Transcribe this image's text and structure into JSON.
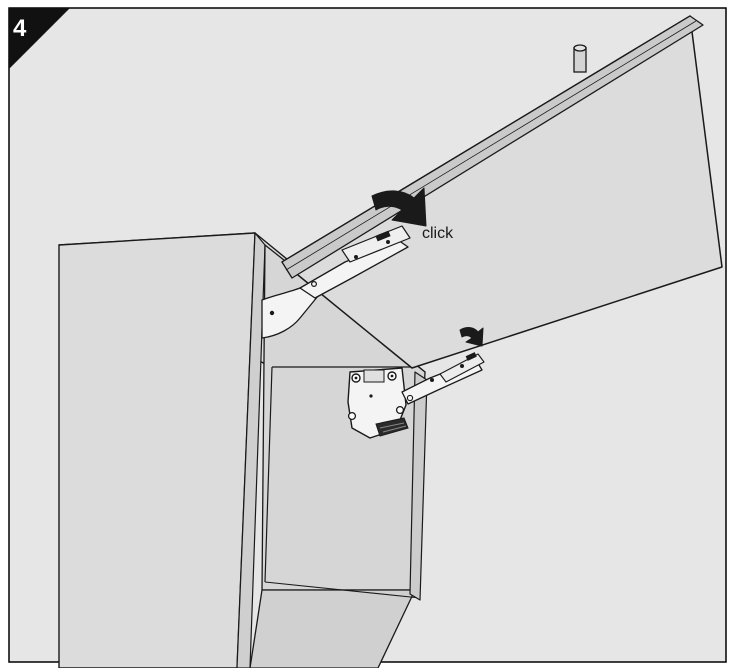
{
  "step": {
    "number": "4"
  },
  "callout": {
    "click_label": "click"
  },
  "colors": {
    "background": "#e6e6e6",
    "frame": "#000000",
    "panel_face": "#dcdcdc",
    "panel_edge": "#cfcfcf",
    "cabinet_inner": "#d9d9d9",
    "outline": "#1a1a1a",
    "hardware": "#f4f4f4",
    "badge": "#111111",
    "badge_text": "#ffffff"
  },
  "icons": [
    "step-number-badge",
    "rotation-arrow-icon",
    "stay-lift-mechanism",
    "hinge-arm",
    "support-rod"
  ]
}
